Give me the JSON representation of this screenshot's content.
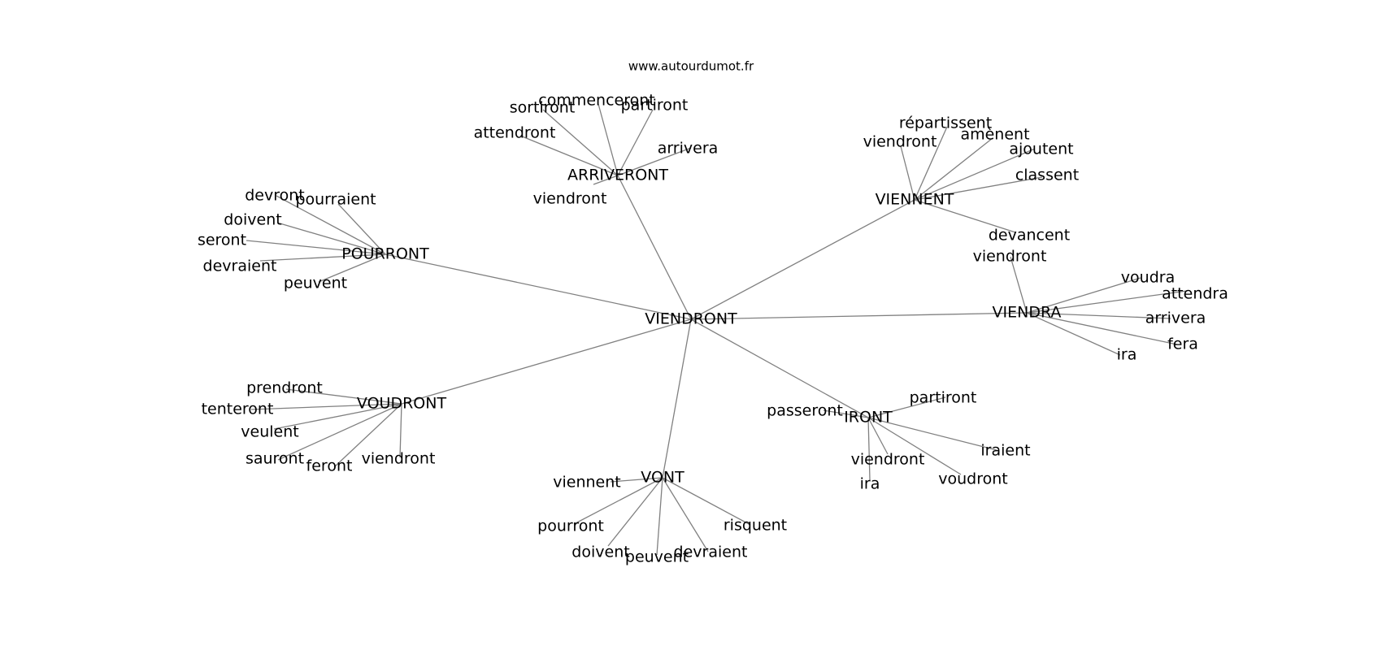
{
  "header": {
    "site": "www.autourdumot.fr"
  },
  "graph": {
    "center": "VIENDRONT",
    "clusters": [
      {
        "hub": "ARRIVERONT",
        "leaves": [
          "commenceront",
          "sortiront",
          "partiront",
          "attendront",
          "arrivera",
          "viendront"
        ]
      },
      {
        "hub": "POURRONT",
        "leaves": [
          "devront",
          "pourraient",
          "doivent",
          "seront",
          "devraient",
          "peuvent"
        ]
      },
      {
        "hub": "VIENNENT",
        "leaves": [
          "répartissent",
          "viendront",
          "amènent",
          "ajoutent",
          "classent",
          "devancent"
        ]
      },
      {
        "hub": "VIENDRA",
        "leaves": [
          "viendront",
          "voudra",
          "attendra",
          "arrivera",
          "fera",
          "ira"
        ]
      },
      {
        "hub": "VOUDRONT",
        "leaves": [
          "prendront",
          "tenteront",
          "veulent",
          "sauront",
          "feront",
          "viendront"
        ]
      },
      {
        "hub": "IRONT",
        "leaves": [
          "passeront",
          "partiront",
          "iraient",
          "viendront",
          "ira",
          "voudront"
        ]
      },
      {
        "hub": "VONT",
        "leaves": [
          "viennent",
          "pourront",
          "doivent",
          "peuvent",
          "devraient",
          "risquent"
        ]
      }
    ]
  }
}
